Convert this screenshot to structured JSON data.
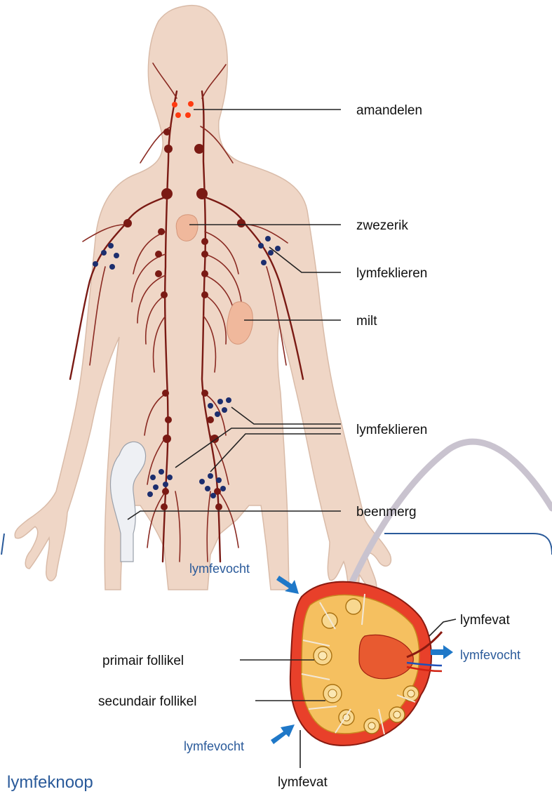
{
  "labels": {
    "amandelen": "amandelen",
    "zwezerik": "zwezerik",
    "lymfeklieren_arm": "lymfeklieren",
    "milt": "milt",
    "lymfeklieren_buik": "lymfeklieren",
    "beenmerg": "beenmerg",
    "lymfevocht_in_top": "lymfevocht",
    "lymfevat_out": "lymfevat",
    "lymfevocht_out": "lymfevocht",
    "primair_follikel": "primair follikel",
    "secundair_follikel": "secundair follikel",
    "lymfevocht_in_bottom": "lymfevocht",
    "lymfevat_in": "lymfevat",
    "lymfeknoop": "lymfeknoop"
  },
  "colors": {
    "skin": "#efd6c6",
    "vessel": "#7a1a14",
    "node_blue": "#1c2e6e",
    "tonsil": "#ff3a10",
    "organ": "#f0b89c",
    "blue_text": "#2a5a9a",
    "arrow": "#1f78c8"
  }
}
